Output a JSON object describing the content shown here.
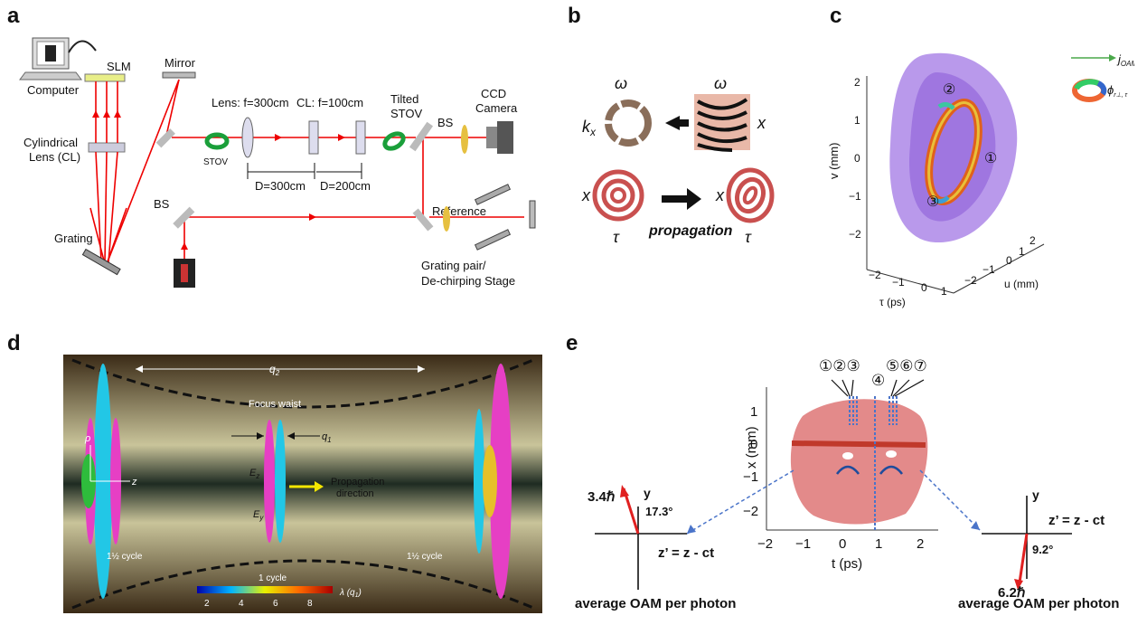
{
  "panels": {
    "a": {
      "label": "a",
      "computer": "Computer",
      "slm": "SLM",
      "mirror": "Mirror",
      "cyl_lens": "Cylindrical",
      "cyl_lens2": "Lens (CL)",
      "lens": "Lens: f=300cm",
      "cl": "CL: f=100cm",
      "tilted": "Tilted",
      "tilted2": "STOV",
      "bs1": "BS",
      "bs2": "BS",
      "ccd1": "CCD",
      "ccd2": "Camera",
      "stov": "STOV",
      "d1": "D=300cm",
      "d2": "D=200cm",
      "reference": "Reference",
      "grating": "Grating",
      "grating_pair1": "Grating pair/",
      "grating_pair2": "De-chirping Stage"
    },
    "b": {
      "label": "b",
      "omega1": "ω",
      "omega2": "ω",
      "kx": "k",
      "kx_sub": "x",
      "x1": "x",
      "x2": "x",
      "x3": "x",
      "tau1": "τ",
      "tau2": "τ",
      "propagation": "propagation"
    },
    "c": {
      "label": "c",
      "legend_j": "j",
      "legend_j_sub": "OAM",
      "legend_phi": "ϕ",
      "legend_phi_sub": "r⊥, τ",
      "ylabel": "v (mm)",
      "xlabel": "τ (ps)",
      "ulabel": "u (mm)",
      "yticks": [
        "2",
        "1",
        "0",
        "−1",
        "−2"
      ],
      "tauticks": [
        "−2",
        "−1",
        "0",
        "1"
      ],
      "uticks": [
        "−2",
        "−1",
        "0",
        "1",
        "2"
      ],
      "markers": [
        "②",
        "①",
        "③"
      ]
    },
    "d": {
      "label": "d",
      "q2": "q",
      "q2_sub": "2",
      "focus_waist": "Focus waist",
      "q1": "q",
      "q1_sub": "1",
      "rho": "ρ",
      "z": "z",
      "ez": "E",
      "ez_sub": "z",
      "ey": "E",
      "ey_sub": "y",
      "propagation1": "Propagation",
      "propagation2": "direction",
      "cycle_left": "1½ cycle",
      "cycle_mid": "1 cycle",
      "cycle_right": "1½ cycle",
      "colorbar_ticks": [
        "2",
        "4",
        "6",
        "8"
      ],
      "colorbar_label": "λ (q",
      "colorbar_label_sub": "1",
      "colorbar_label_end": ")"
    },
    "e": {
      "label": "e",
      "markers_left": "①②③",
      "marker_mid": "④",
      "markers_right": "⑤⑥⑦",
      "ylabel": "x (mm)",
      "xlabel": "t (ps)",
      "yticks": [
        "1",
        "0",
        "−1",
        "−2"
      ],
      "xticks": [
        "−2",
        "−1",
        "0",
        "1",
        "2"
      ],
      "left_value": "3.4ℏ",
      "left_angle": "17.3°",
      "left_axis_y": "y",
      "left_axis_z": "z’ = z - ct",
      "left_caption": "average OAM per photon",
      "right_value": "6.2ℏ",
      "right_angle": "9.2°",
      "right_axis_y": "y",
      "right_axis_z": "z’ = z - ct",
      "right_caption": "average OAM per photon"
    }
  }
}
